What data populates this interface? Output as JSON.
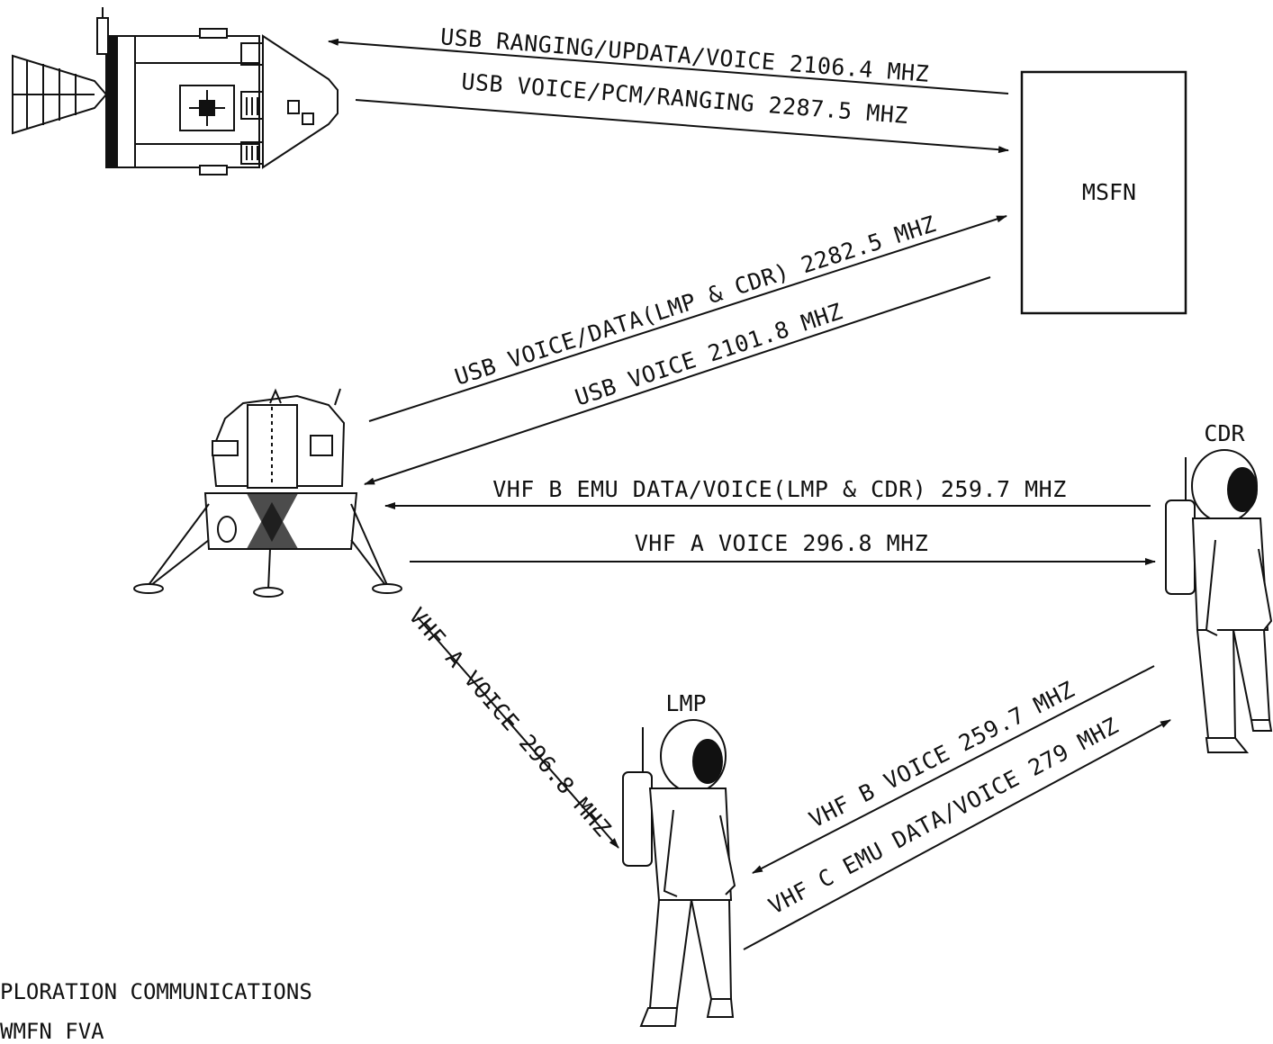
{
  "nodes": {
    "msfn": "MSFN",
    "cdr": "CDR",
    "lmp": "LMP"
  },
  "links": {
    "csm_up": "USB RANGING/UPDATA/VOICE 2106.4 MHZ",
    "csm_down": "USB VOICE/PCM/RANGING 2287.5 MHZ",
    "lm_down": "USB VOICE/DATA(LMP & CDR) 2282.5 MHZ",
    "lm_up": "USB VOICE 2101.8 MHZ",
    "cdr_to_lm": "VHF B EMU DATA/VOICE(LMP & CDR) 259.7 MHZ",
    "lm_to_cdr": "VHF A VOICE 296.8 MHZ",
    "lm_to_lmp": "VHF A VOICE 296.8 MHZ",
    "cdr_to_lmp": "VHF B VOICE 259.7 MHZ",
    "lmp_to_cdr": "VHF C EMU DATA/VOICE 279 MHZ"
  },
  "caption": {
    "line1": "PLORATION COMMUNICATIONS",
    "line2": "WMFN FVA"
  }
}
